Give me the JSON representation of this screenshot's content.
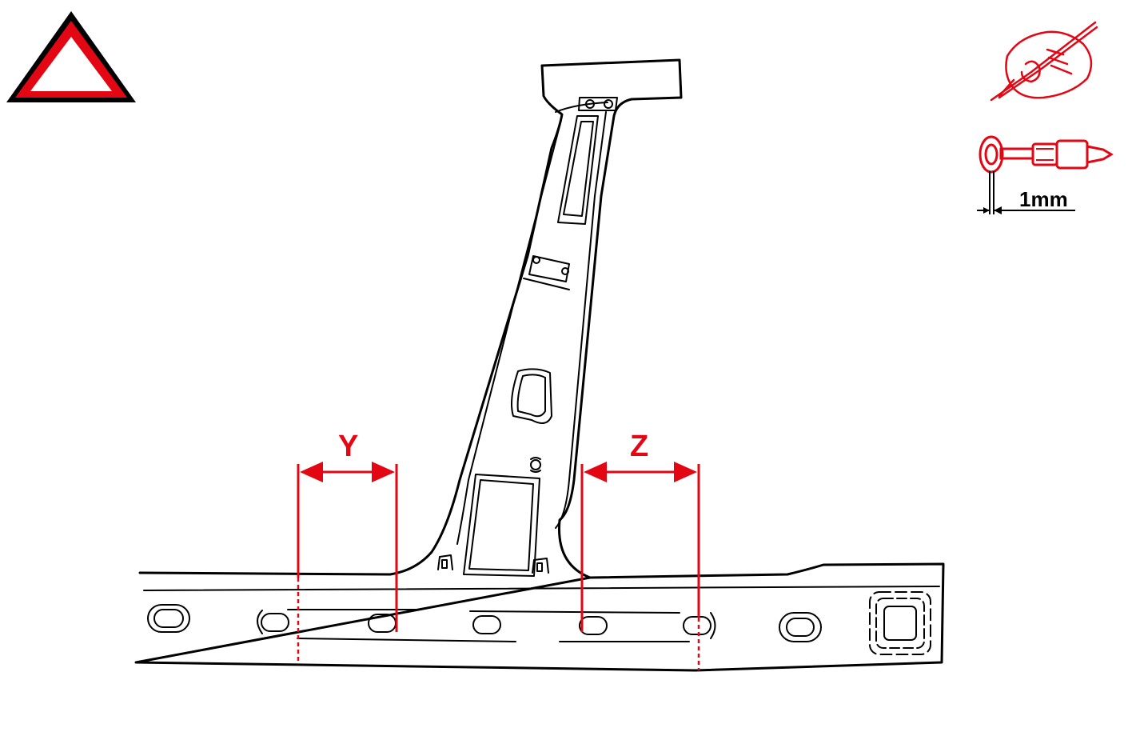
{
  "dimensions": {
    "left_label": "Y",
    "right_label": "Z"
  },
  "gap_gauge": {
    "value_label": "1mm"
  },
  "colors": {
    "accent": "#e30613",
    "ink": "#000000"
  },
  "icons": [
    "warning-triangle-icon",
    "hand-writing-note-icon",
    "drill-1mm-icon"
  ]
}
